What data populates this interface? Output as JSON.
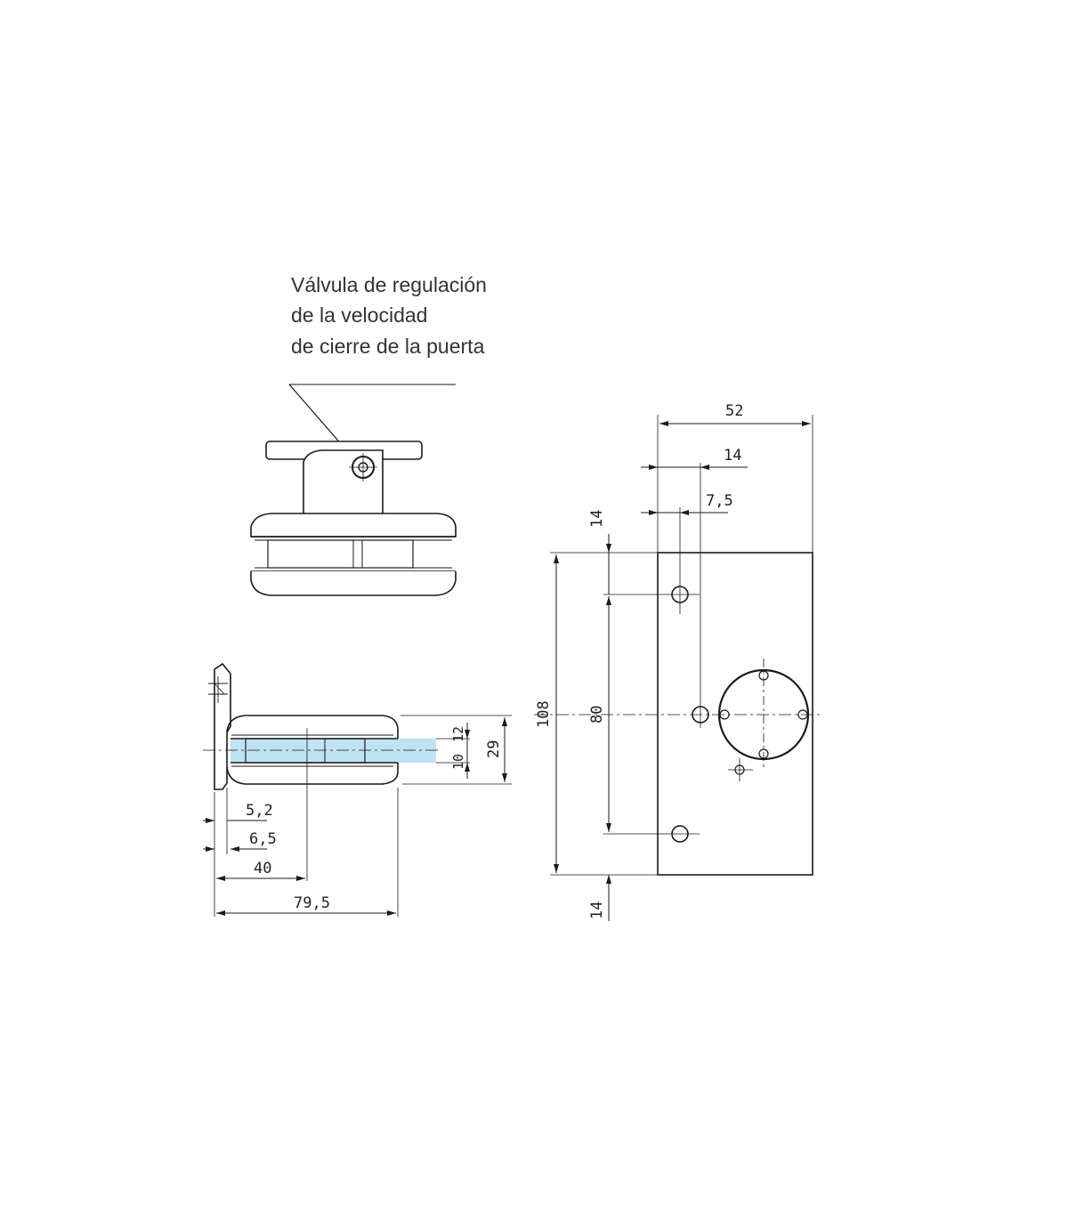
{
  "annotation": {
    "line1": "Válvula de regulación",
    "line2": "de la velocidad",
    "line3": "de cierre de la puerta"
  },
  "dimensions": {
    "width_total": "52",
    "offset_14_top": "14",
    "offset_7_5": "7,5",
    "height_108": "108",
    "spacing_80": "80",
    "edge_14_top": "14",
    "edge_14_bottom": "14",
    "d_5_2": "5,2",
    "d_6_5": "6,5",
    "d_40": "40",
    "d_79_5": "79,5",
    "d_12": "12",
    "d_10": "10",
    "d_29": "29"
  },
  "colors": {
    "line": "#1a1a1a",
    "glass": "#bfe3f2"
  }
}
